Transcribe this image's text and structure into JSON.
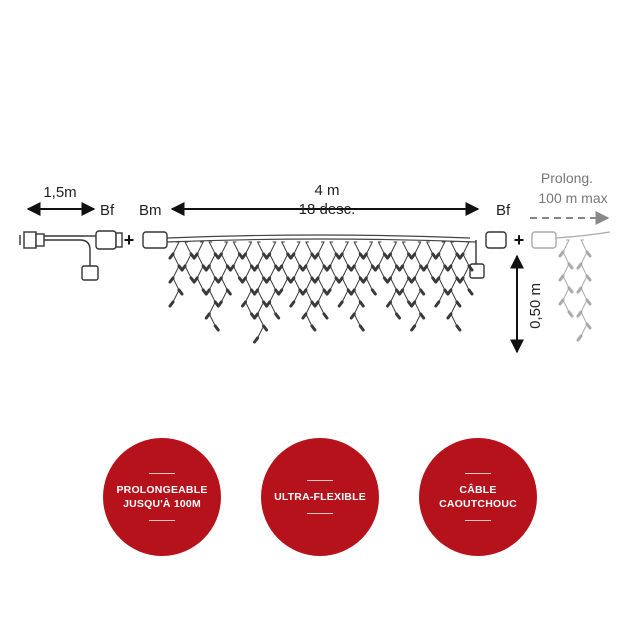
{
  "diagram": {
    "cable_length": "1,5m",
    "cable_end_label": "Bf",
    "plus": "+",
    "curtain_start_label": "Bm",
    "curtain_width": "4 m",
    "drops": "18 desc.",
    "curtain_end_label": "Bf",
    "drop_height": "0,50 m",
    "extension_title": "Prolong.",
    "extension_max": "100 m max"
  },
  "badges": [
    {
      "text": "PROLONGEABLE\nJUSQU'À 100M",
      "color": "#b5121b"
    },
    {
      "text": "ULTRA-FLEXIBLE",
      "color": "#b5121b"
    },
    {
      "text": "CÂBLE\nCAOUTCHOUC",
      "color": "#b5121b"
    }
  ]
}
